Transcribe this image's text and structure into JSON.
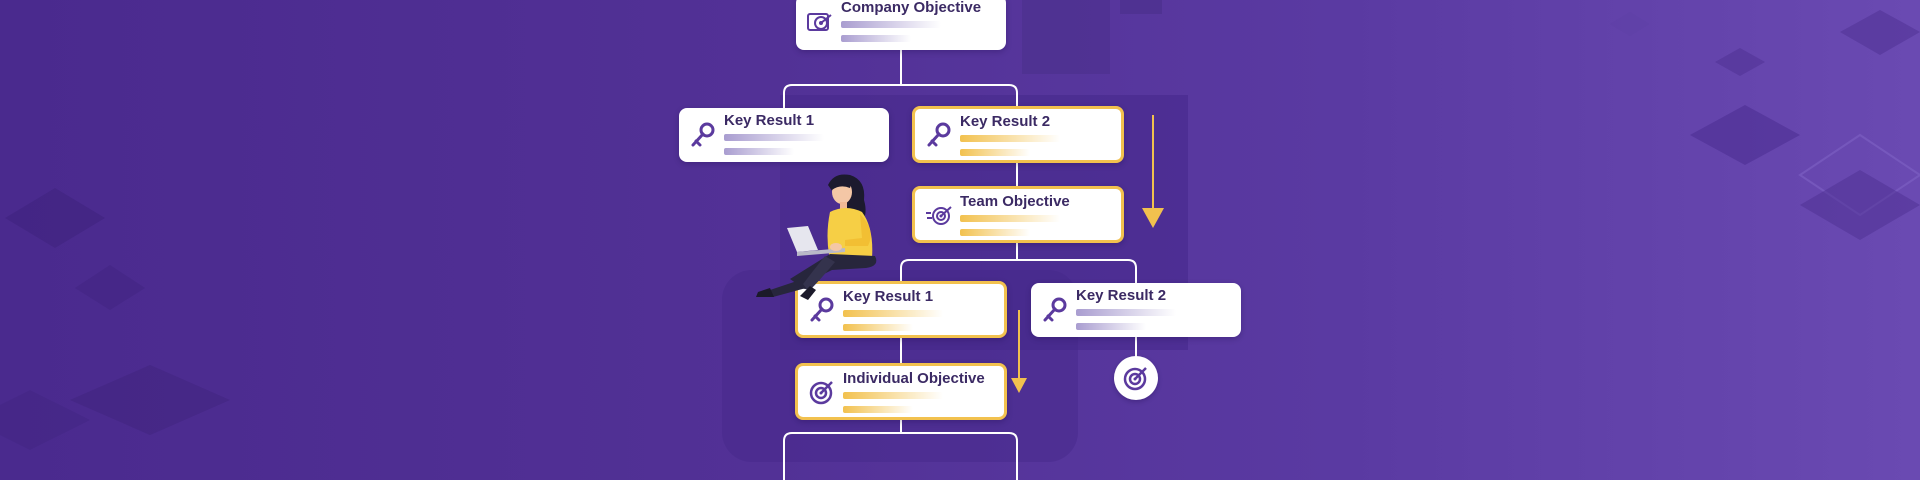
{
  "colors": {
    "bg_dark": "#4a2a8e",
    "bg_light": "#6a4ab2",
    "card": "#ffffff",
    "gold": "#f2c14e",
    "icon_purple": "#5b3a9e",
    "title_text": "#3b2a64"
  },
  "company_objective": {
    "title": "Company Objective",
    "icon": "target-board-icon"
  },
  "key_result_1": {
    "title": "Key Result 1",
    "icon": "key-icon"
  },
  "key_result_2": {
    "title": "Key Result 2",
    "icon": "key-icon"
  },
  "team_objective": {
    "title": "Team Objective",
    "icon": "target-speed-icon"
  },
  "team_key_result_1": {
    "title": "Key Result 1",
    "icon": "key-icon"
  },
  "team_key_result_2": {
    "title": "Key Result 2",
    "icon": "key-icon"
  },
  "individual_objective": {
    "title": "Individual Objective",
    "icon": "target-icon"
  },
  "goal_badge": {
    "icon": "target-icon"
  },
  "illustration": {
    "subject": "woman-with-laptop"
  }
}
